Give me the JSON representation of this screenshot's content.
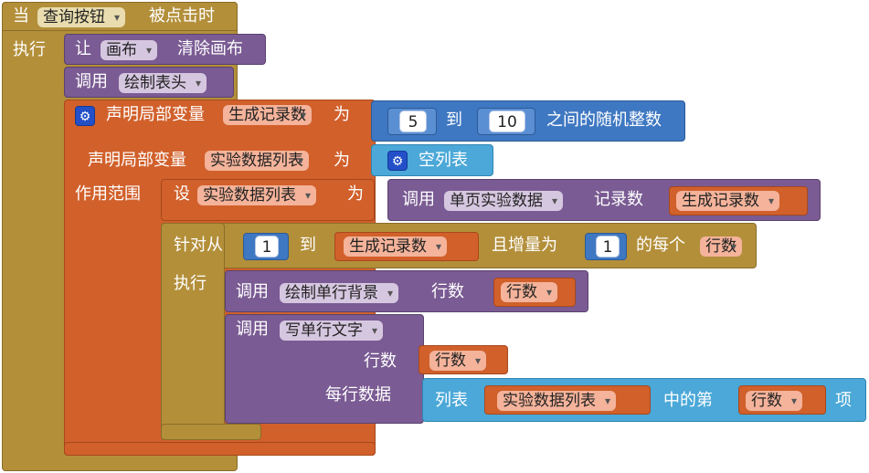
{
  "event": {
    "when": "当",
    "component": "查询按钮",
    "event_name": "被点击时",
    "do": "执行"
  },
  "stmt_clear": {
    "label": "让",
    "component": "画布",
    "method": "清除画布"
  },
  "stmt_header": {
    "call": "调用",
    "procedure": "绘制表头"
  },
  "local_decl": {
    "declare": "声明局部变量",
    "var1": "生成记录数",
    "as": "为",
    "random": {
      "from": "5",
      "to_label": "到",
      "to": "10",
      "suffix": "之间的随机整数"
    },
    "var2": "实验数据列表",
    "empty_list": "空列表",
    "scope": "作用范围"
  },
  "set_stmt": {
    "set": "设",
    "var": "实验数据列表",
    "to": "为",
    "call": "调用",
    "procedure": "单页实验数据",
    "param": "记录数",
    "arg": "生成记录数"
  },
  "for_loop": {
    "for_from": "针对从",
    "from": "1",
    "to_label": "到",
    "to_var": "生成记录数",
    "step_label": "且增量为",
    "step": "1",
    "each_label": "的每个",
    "var": "行数",
    "do": "执行"
  },
  "draw_bg": {
    "call": "调用",
    "procedure": "绘制单行背景",
    "param": "行数",
    "arg": "行数"
  },
  "write_row": {
    "call": "调用",
    "procedure": "写单行文字",
    "param1": "行数",
    "arg1": "行数",
    "param2": "每行数据",
    "list_label": "列表",
    "list_var": "实验数据列表",
    "index_label": "中的第",
    "index_var": "行数",
    "item_label": "项"
  },
  "colors": {
    "event": "#b38f3a",
    "procedure": "#7a5b93",
    "local": "#d1602b",
    "math": "#3f78c2",
    "list": "#4ba8d8"
  }
}
